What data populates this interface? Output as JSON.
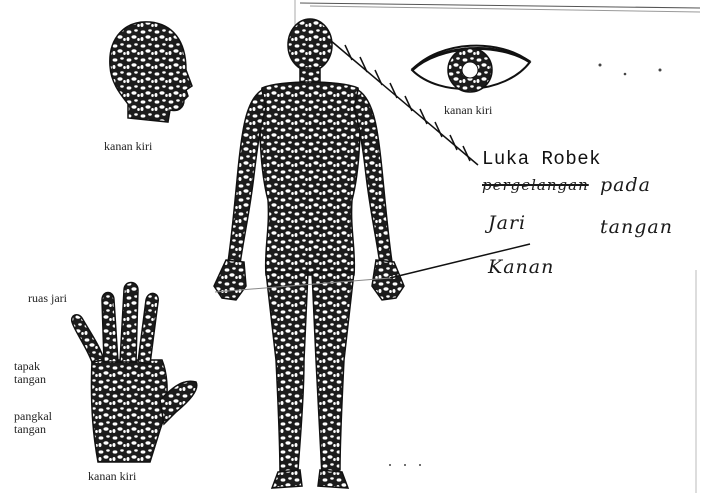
{
  "head_figure": {
    "caption": "kanan kiri"
  },
  "eye_figure": {
    "caption": "kanan kiri"
  },
  "hand_figure": {
    "labels": {
      "ruas_jari": "ruas jari",
      "tapak_tangan": "tapak\ntangan",
      "pangkal_tangan": "pangkal\ntangan"
    },
    "caption": "kanan kiri"
  },
  "annotation": {
    "typed_text": "Luka Robek",
    "handwritten_lines": [
      "pada",
      "Jari",
      "tangan",
      "Kanan"
    ],
    "struck_word": "pergelangan"
  },
  "colors": {
    "ink": "#1a1a1a",
    "paper": "#ffffff"
  }
}
